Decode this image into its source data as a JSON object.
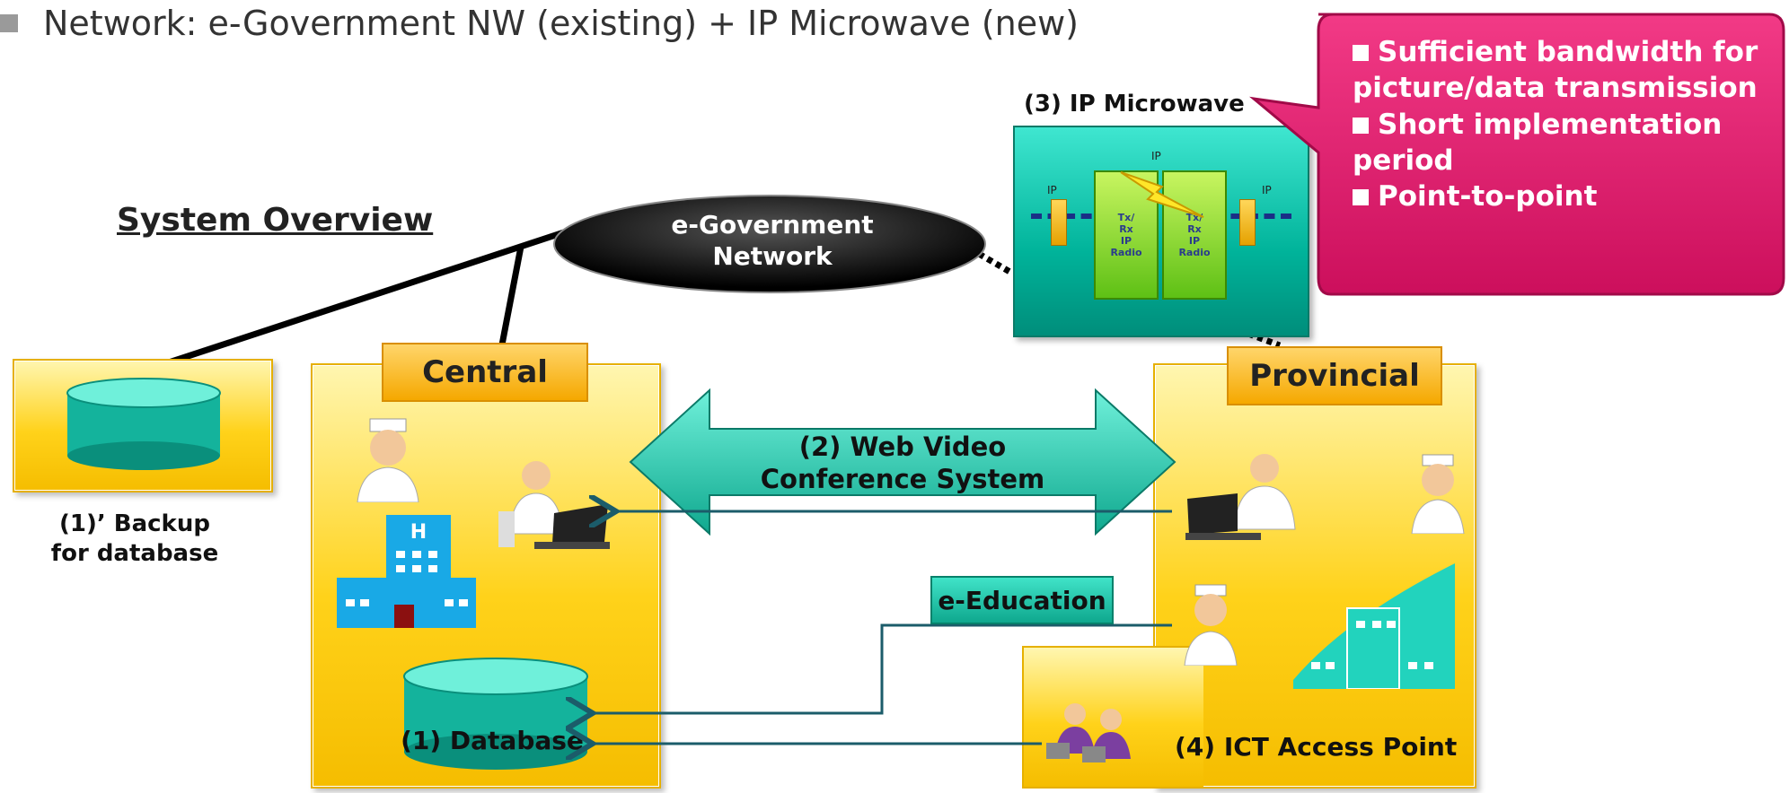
{
  "heading": "Network: e-Government NW (existing) + IP Microwave (new)",
  "system_overview": "System Overview",
  "egov_network": [
    "e-Government",
    "Network"
  ],
  "microwave": {
    "title": "(3) IP Microwave",
    "ip_top": "IP",
    "ip_left": "IP",
    "ip_right": "IP",
    "radio_left": [
      "Tx/",
      "Rx",
      "IP",
      "Radio"
    ],
    "radio_right": [
      "Tx/",
      "Rx",
      "IP",
      "Radio"
    ]
  },
  "callout": {
    "items": [
      "Sufficient bandwidth for picture/data transmission",
      "Short implementation period",
      "Point-to-point"
    ],
    "color": "#e0166a"
  },
  "backup": [
    "(1)’ Backup",
    "for database"
  ],
  "central": {
    "tab": "Central",
    "database": "(1) Database"
  },
  "provincial": {
    "tab": "Provincial",
    "access_point": "(4) ICT Access Point"
  },
  "video_conf": [
    "(2) Web Video",
    "Conference System"
  ],
  "e_education": "e-Education",
  "colors": {
    "panel": "#ffd21a",
    "tab": "#f5a800",
    "teal": "#17b89e",
    "callout": "#e0166a",
    "arrow_line": "#1b5c6a"
  }
}
